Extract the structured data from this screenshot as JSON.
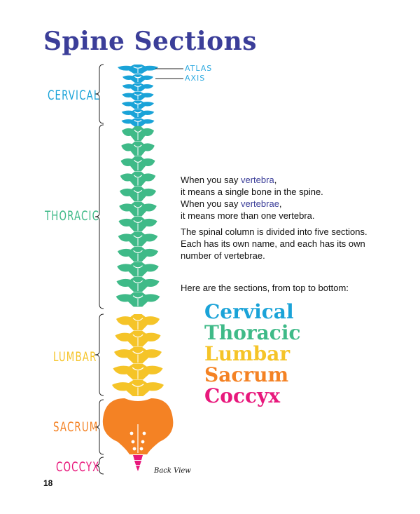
{
  "title": "Spine Sections",
  "regions": [
    {
      "key": "cervical",
      "label": "CERVICAL",
      "color": "#1aa3d8"
    },
    {
      "key": "thoracic",
      "label": "THORACIC",
      "color": "#3fba88"
    },
    {
      "key": "lumbar",
      "label": "LUMBAR",
      "color": "#f5c428"
    },
    {
      "key": "sacrum",
      "label": "SACRUM",
      "color": "#f48224"
    },
    {
      "key": "coccyx",
      "label": "COCCYX",
      "color": "#e8187c"
    }
  ],
  "atlas_label": "ATLAS",
  "axis_label": "AXIS",
  "intro": {
    "line1_pre": "When you say ",
    "line1_term": "vertebra",
    "line1_post": ",",
    "line2": "it means a single bone in the spine.",
    "line3_pre": "When you say ",
    "line3_term": "vertebrae",
    "line3_post": ",",
    "line4": "it means more than one vertebra."
  },
  "description": {
    "line1": "The spinal column is divided into five sections.",
    "line2": "Each has its own name, and each has its own",
    "line3": "number of vertebrae."
  },
  "list_intro": "Here are the sections, from top to bottom:",
  "sections": [
    {
      "name": "Cervical",
      "color": "#1aa3d8"
    },
    {
      "name": "Thoracic",
      "color": "#3fba88"
    },
    {
      "name": "Lumbar",
      "color": "#f5c428"
    },
    {
      "name": "Sacrum",
      "color": "#f48224"
    },
    {
      "name": "Coccyx",
      "color": "#e8187c"
    }
  ],
  "back_view": "Back View",
  "page_number": "18"
}
